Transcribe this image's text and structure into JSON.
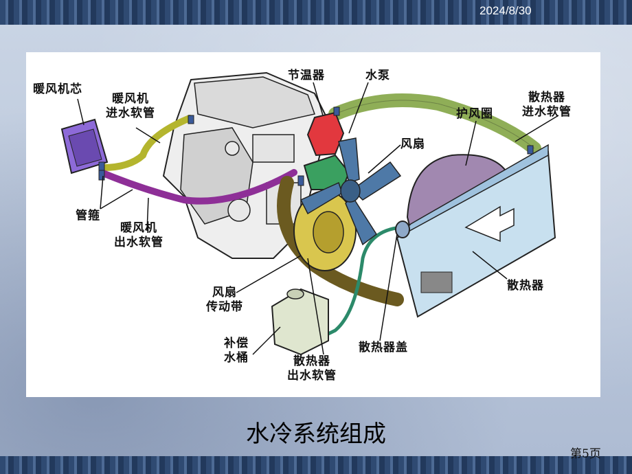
{
  "date": "2024/8/30",
  "title": "水冷系统组成",
  "page_number": "第5页",
  "labels": {
    "heater_core": "暖风机芯",
    "heater_inlet_line1": "暖风机",
    "heater_inlet_line2": "进水软管",
    "thermostat": "节温器",
    "water_pump": "水泵",
    "radiator_inlet_line1": "散热器",
    "radiator_inlet_line2": "进水软管",
    "fan_shroud": "护风圈",
    "fan": "风扇",
    "hose_clamp": "管箍",
    "heater_outlet_line1": "暖风机",
    "heater_outlet_line2": "出水软管",
    "fan_belt_line1": "风扇",
    "fan_belt_line2": "传动带",
    "radiator": "散热器",
    "expansion_tank_line1": "补偿",
    "expansion_tank_line2": "水桶",
    "radiator_cap": "散热器盖",
    "radiator_outlet_line1": "散热器",
    "radiator_outlet_line2": "出水软管"
  }
}
